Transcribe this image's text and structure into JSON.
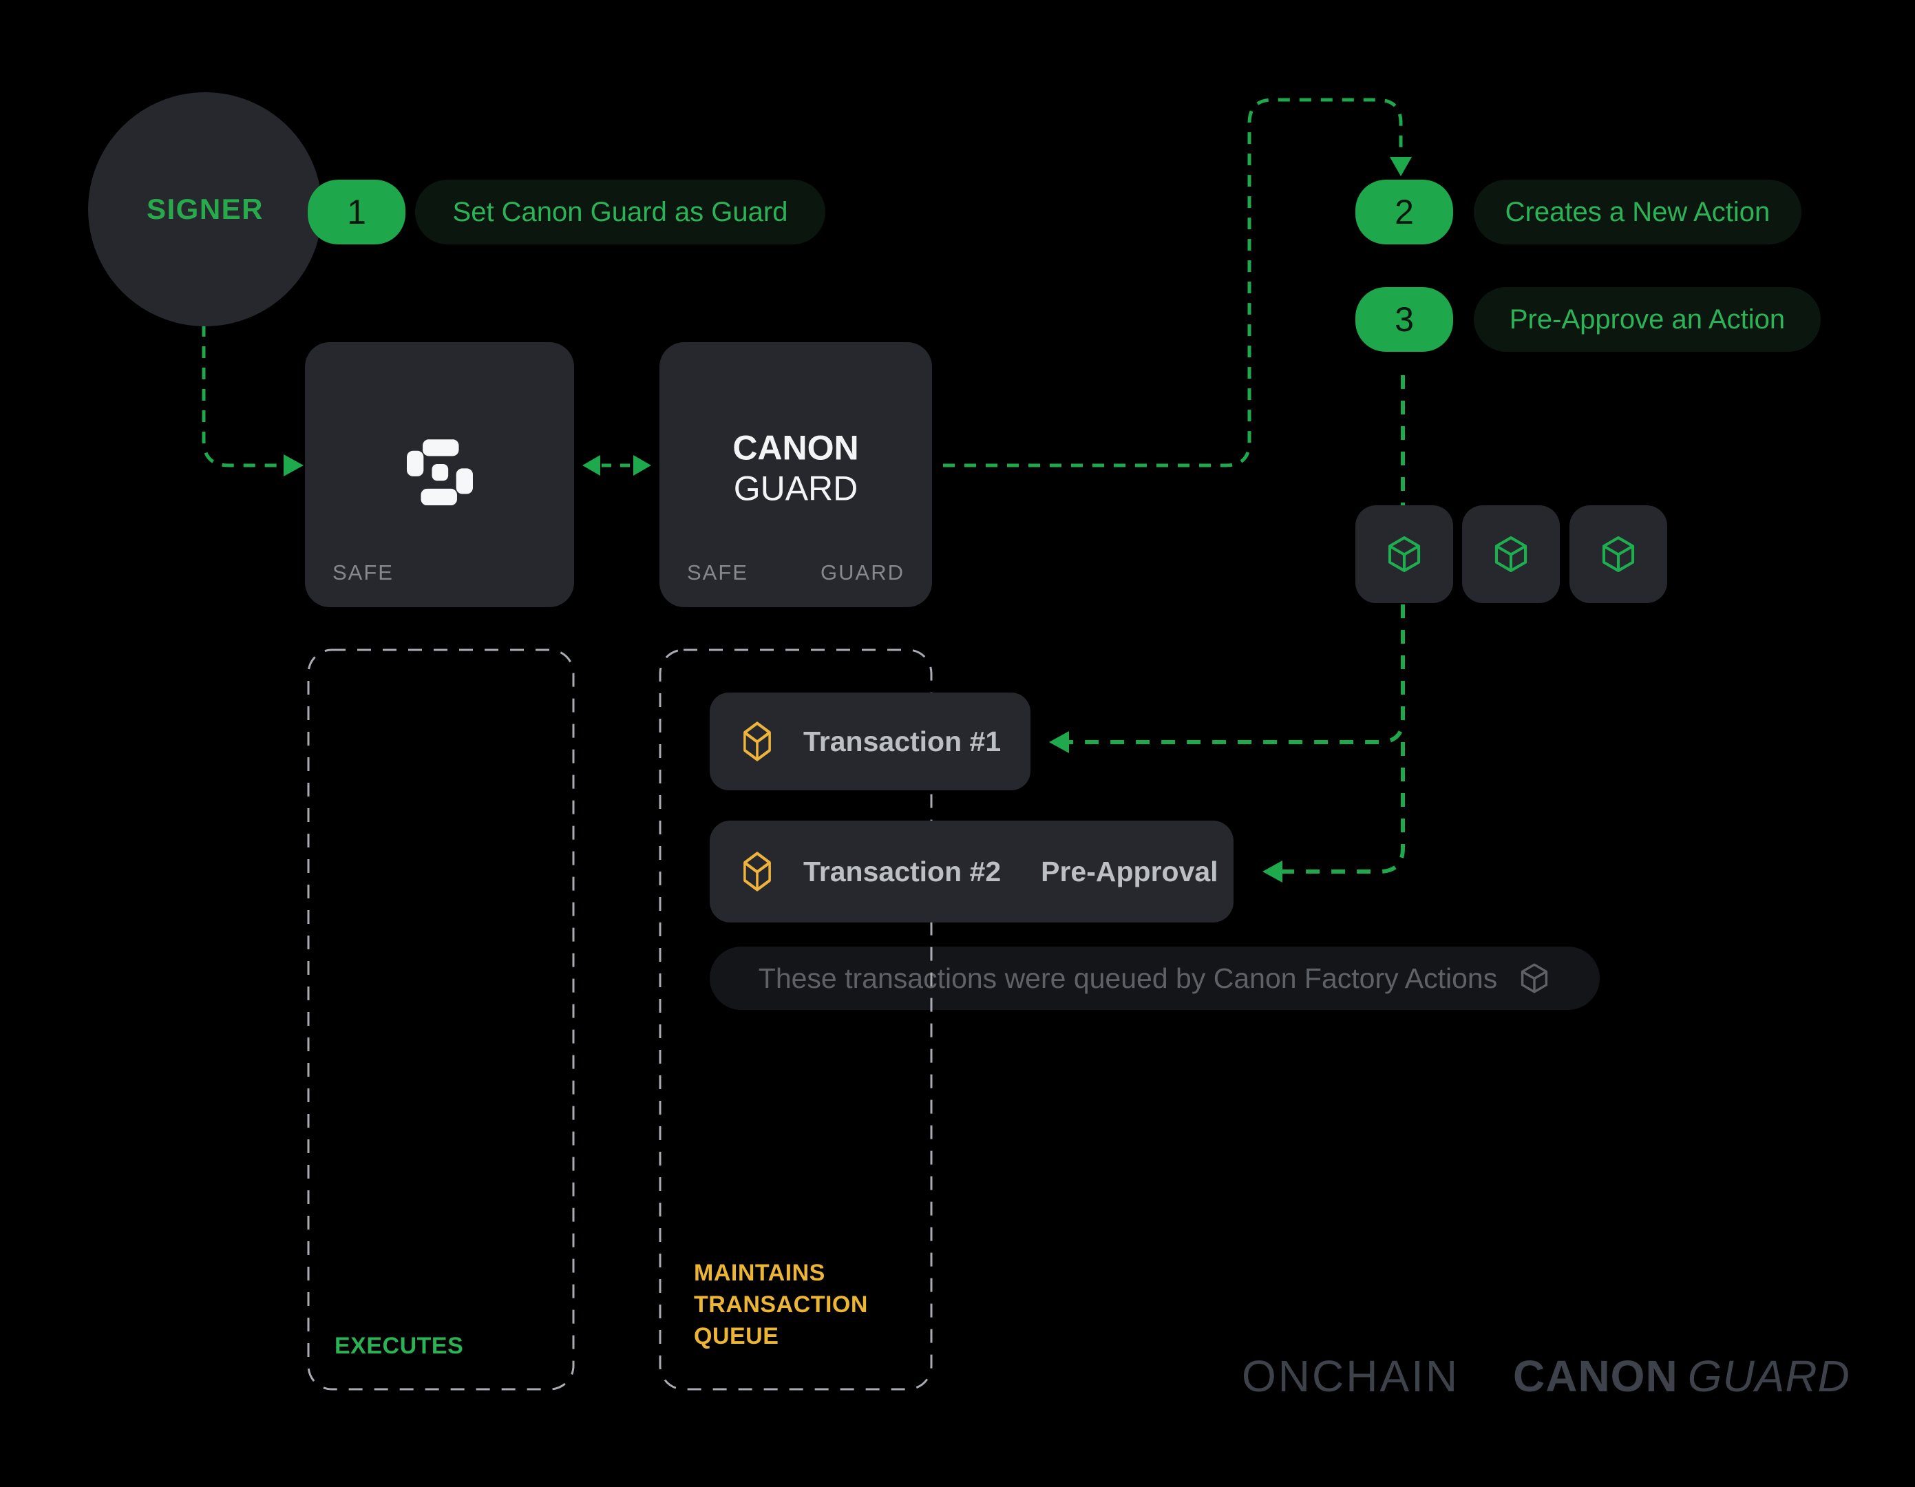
{
  "colors": {
    "background": "#000000",
    "accent_green": "#1ea74b",
    "green_text": "#2db357",
    "green_pill_bg": "#0b170e",
    "amber": "#edb534",
    "box_bg": "#26282e",
    "gray_label": "#85888f",
    "muted_gray": "#5e6166",
    "dash_gray": "#a9acb2",
    "footer_gray": "#3e424b"
  },
  "signer": {
    "label": "SIGNER"
  },
  "steps": [
    {
      "num": "1",
      "label": "Set Canon Guard as Guard"
    },
    {
      "num": "2",
      "label": "Creates a New Action"
    },
    {
      "num": "3",
      "label": "Pre-Approve an Action"
    }
  ],
  "safe_box": {
    "label": "SAFE"
  },
  "canon_box": {
    "line1": "CANON",
    "line2": "GUARD",
    "bottom_left": "SAFE",
    "bottom_right": "GUARD"
  },
  "transactions": [
    {
      "title": "Transaction #1",
      "tag": ""
    },
    {
      "title": "Transaction #2",
      "tag": "Pre-Approval"
    }
  ],
  "queue_note": {
    "text": "These transactions were queued by Canon Factory Actions"
  },
  "zones": {
    "executes_label": "EXECUTES",
    "maintains_label": "MAINTAINS TRANSACTION QUEUE"
  },
  "footer": {
    "left": "ONCHAIN",
    "brand_bold": "CANON",
    "brand_italic": "GUARD"
  }
}
